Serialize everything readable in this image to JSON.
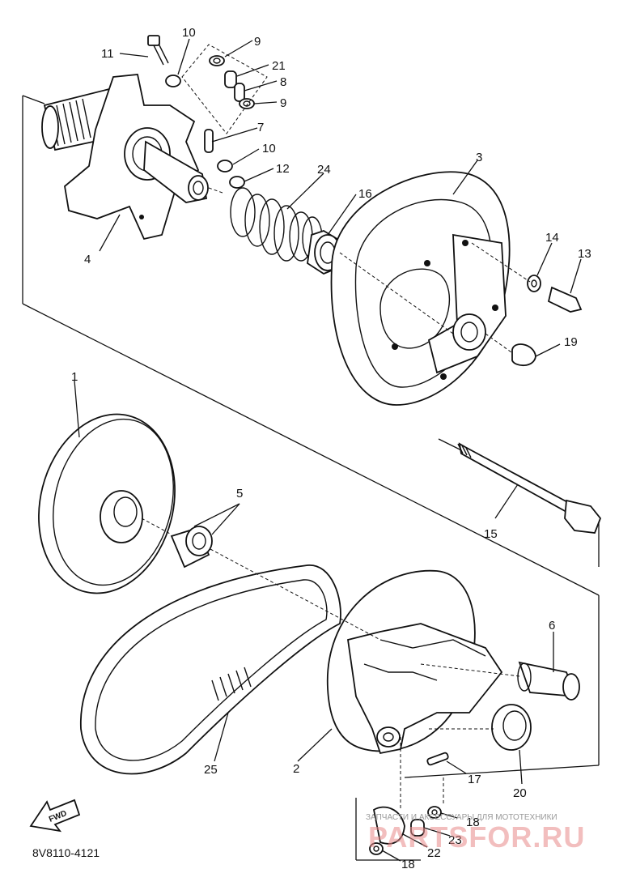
{
  "diagram": {
    "part_labels": {
      "p1": "1",
      "p2": "2",
      "p3": "3",
      "p4": "4",
      "p5": "5",
      "p6": "6",
      "p7": "7",
      "p8": "8",
      "p9a": "9",
      "p9b": "9",
      "p10a": "10",
      "p10b": "10",
      "p11": "11",
      "p12": "12",
      "p13": "13",
      "p14": "14",
      "p15": "15",
      "p16": "16",
      "p17": "17",
      "p18a": "18",
      "p18b": "18",
      "p19": "19",
      "p20": "20",
      "p21": "21",
      "p22": "22",
      "p23": "23",
      "p24": "24",
      "p25": "25"
    },
    "fwd_label": "FWD",
    "drawing_code": "8V8110-4121"
  },
  "watermark": {
    "caption": "ЗАПЧАСТИ И АКСЕССУАРЫ ДЛЯ МОТОТЕХНИКИ",
    "logo": "PARTSFOR.RU"
  }
}
